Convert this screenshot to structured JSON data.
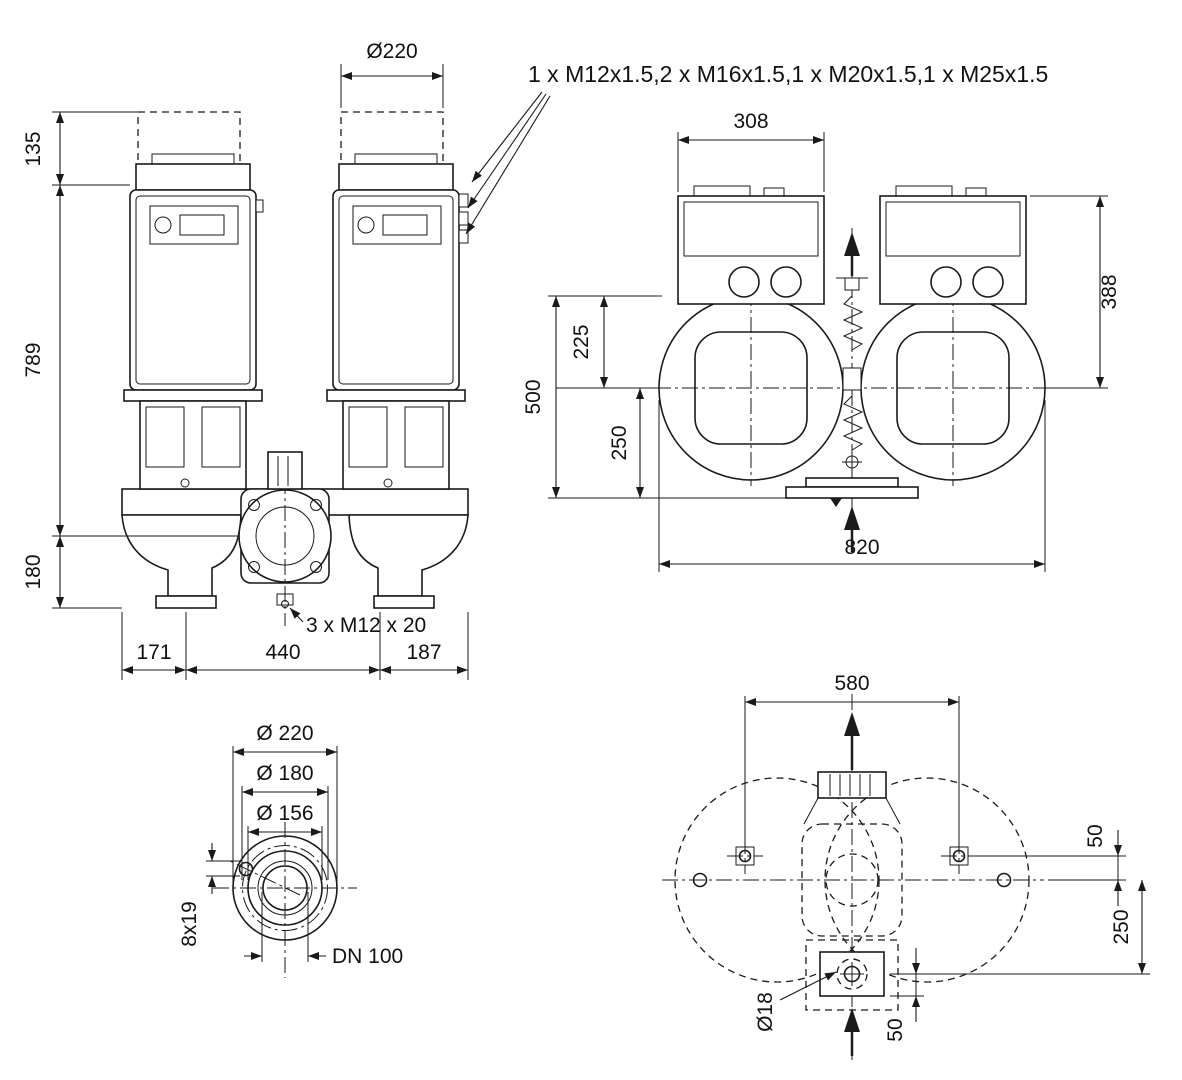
{
  "drawing": {
    "colors": {
      "line": "#1a1a1a",
      "background": "#ffffff"
    },
    "gland_note": "1 x M12x1.5,2 x M16x1.5,1 x M20x1.5,1 x M25x1.5",
    "front_view": {
      "motor_clearance_dia": "Ø220",
      "clearance_height": "135",
      "pump_height": "789",
      "base_height": "180",
      "plug_note": "3 x M12 x 20",
      "left_offset": "171",
      "port_distance": "440",
      "right_offset": "187"
    },
    "top_view": {
      "vfd_width": "308",
      "depth_to_axis": "388",
      "motor_top_to_axis": "225",
      "overall_depth": "500",
      "axis_to_base": "250",
      "overall_width": "820"
    },
    "flange_view": {
      "outer_dia": "Ø 220",
      "bolt_circle_dia": "Ø 180",
      "raised_face_dia": "Ø 156",
      "slot_size": "8x19",
      "nominal_dia": "DN 100"
    },
    "footprint_view": {
      "bolt_span": "580",
      "bolt_offset": "50",
      "axis_to_port": "250",
      "hole_dia": "Ø18",
      "port_offset": "50"
    }
  }
}
